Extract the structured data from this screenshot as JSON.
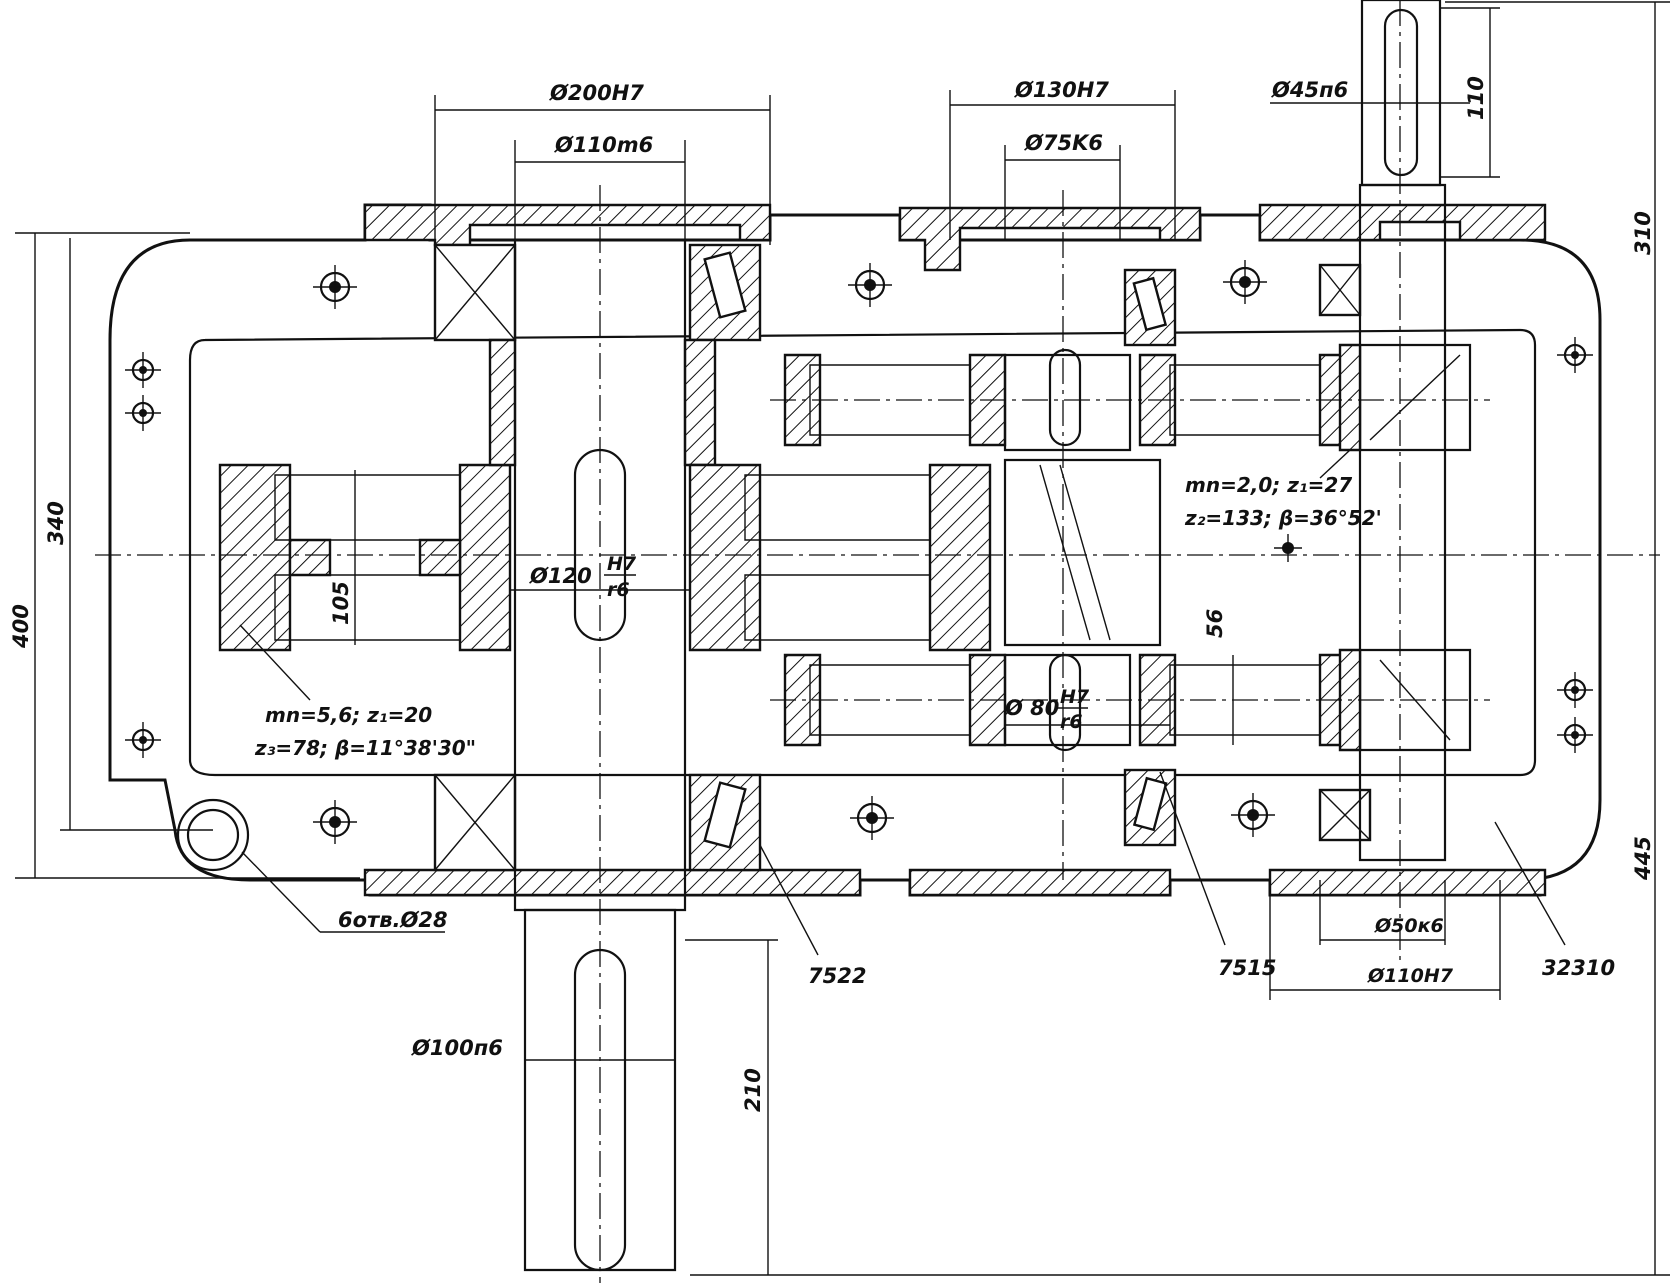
{
  "dimensions": {
    "d200H7": "Ø200H7",
    "d110m6": "Ø110m6",
    "d130H7": "Ø130H7",
    "d75k6": "Ø75K6",
    "d45n6": "Ø45п6",
    "d120": "Ø120",
    "d120_num": "H7",
    "d120_den": "r6",
    "d80": "Ø 80",
    "d80_num": "H7",
    "d80_den": "r6",
    "d100n6": "Ø100п6",
    "d50k6": "Ø50к6",
    "d110H7": "Ø110H7",
    "v110": "110",
    "v310": "310",
    "v340": "340",
    "v400": "400",
    "v445": "445",
    "v210": "210",
    "v105": "105",
    "v56": "56"
  },
  "gear_notes": {
    "stage1_line1": "mn=5,6; z₁=20",
    "stage1_line2": "z₃=78; β=11°38'30\"",
    "stage2_line1": "mn=2,0; z₁=27",
    "stage2_line2": "z₂=133; β=36°52'"
  },
  "callouts": {
    "holes": "6отв.Ø28",
    "bearing_7522": "7522",
    "bearing_7515": "7515",
    "bearing_32310": "32310"
  }
}
